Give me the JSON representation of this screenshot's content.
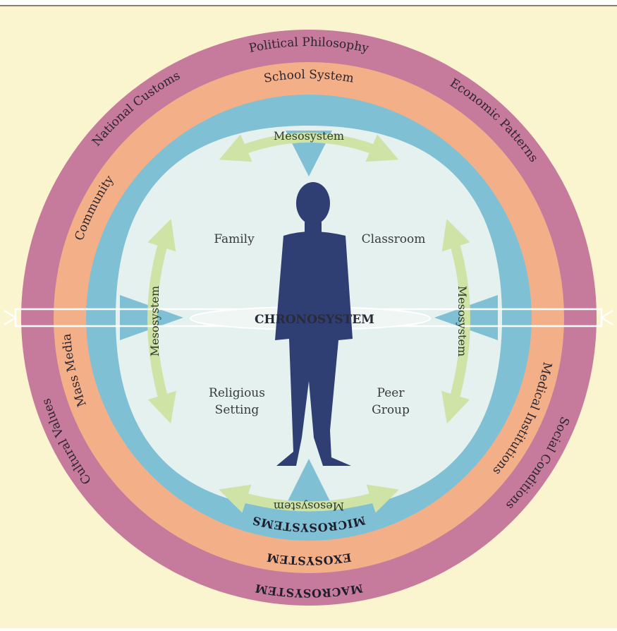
{
  "colors": {
    "page_bg": "#fbf5cf",
    "macro_ring": "#c67a9c",
    "exo_ring": "#f3b088",
    "micro_ring": "#7fc0d4",
    "inner_field": "#e4f1ef",
    "meso_arrow": "#cfe3a6",
    "figure": "#2f3f73",
    "chrono_band": "#ffffff"
  },
  "outer_ring": {
    "labels": [
      "Political Philosophy",
      "National Customs",
      "Economic Patterns",
      "Cultural Values",
      "Social Conditions"
    ],
    "system_label": "MACROSYSTEM"
  },
  "middle_ring": {
    "labels": [
      "School System",
      "Community",
      "Mass Media",
      "Medical Institutions"
    ],
    "system_label": "EXOSYSTEM"
  },
  "micro_ring": {
    "system_label": "MICROSYSTEMS"
  },
  "microsystems": [
    "Family",
    "Classroom",
    "Religious",
    "Setting",
    "Peer",
    "Group"
  ],
  "mesosystem_label": "Mesosystem",
  "chronosystem_label": "CHRONOSYSTEM",
  "icons": {
    "center_figure": "person-silhouette-icon",
    "arrows": "double-headed-arrow-icon"
  }
}
